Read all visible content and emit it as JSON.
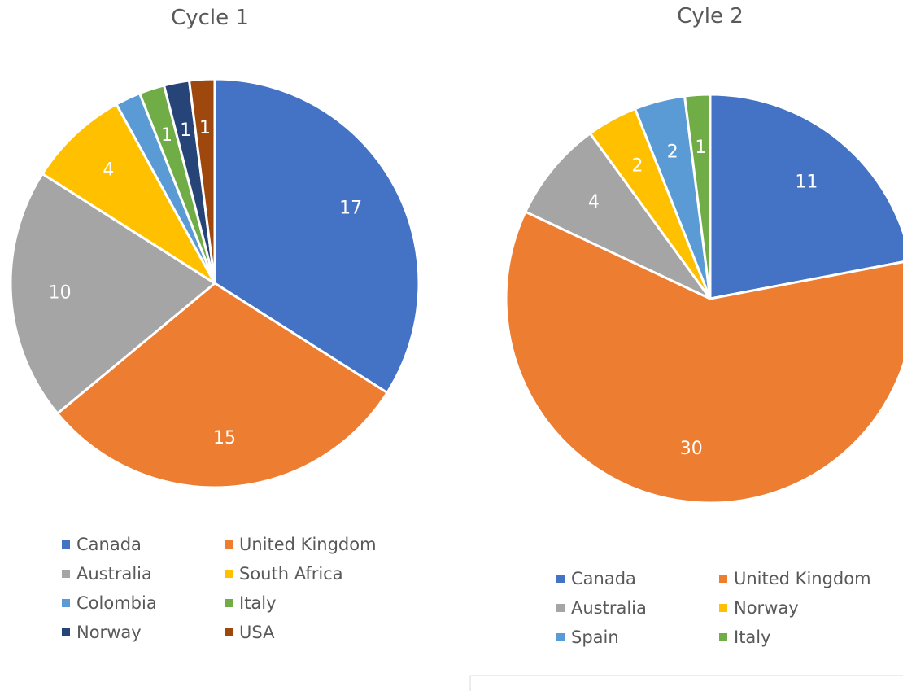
{
  "chart_data": [
    {
      "type": "pie",
      "title": "Cycle 1",
      "categories": [
        "Canada",
        "United Kingdom",
        "Australia",
        "South Africa",
        "Colombia",
        "Italy",
        "Norway",
        "USA"
      ],
      "values": [
        17,
        15,
        10,
        4,
        1,
        1,
        1,
        1
      ],
      "labels": [
        "17",
        "15",
        "10",
        "4",
        "",
        "1",
        "1",
        "1"
      ],
      "colors": [
        "#4472C4",
        "#ED7D31",
        "#A5A5A5",
        "#FFC000",
        "#5B9BD5",
        "#70AD47",
        "#264478",
        "#9E480E"
      ],
      "legend_position": "bottom"
    },
    {
      "type": "pie",
      "title": "Cyle 2",
      "categories": [
        "Canada",
        "United Kingdom",
        "Australia",
        "Norway",
        "Spain",
        "Italy"
      ],
      "values": [
        11,
        30,
        4,
        2,
        2,
        1
      ],
      "labels": [
        "11",
        "30",
        "4",
        "2",
        "2",
        "1"
      ],
      "colors": [
        "#4472C4",
        "#ED7D31",
        "#A5A5A5",
        "#FFC000",
        "#5B9BD5",
        "#70AD47"
      ],
      "legend_position": "bottom"
    }
  ]
}
